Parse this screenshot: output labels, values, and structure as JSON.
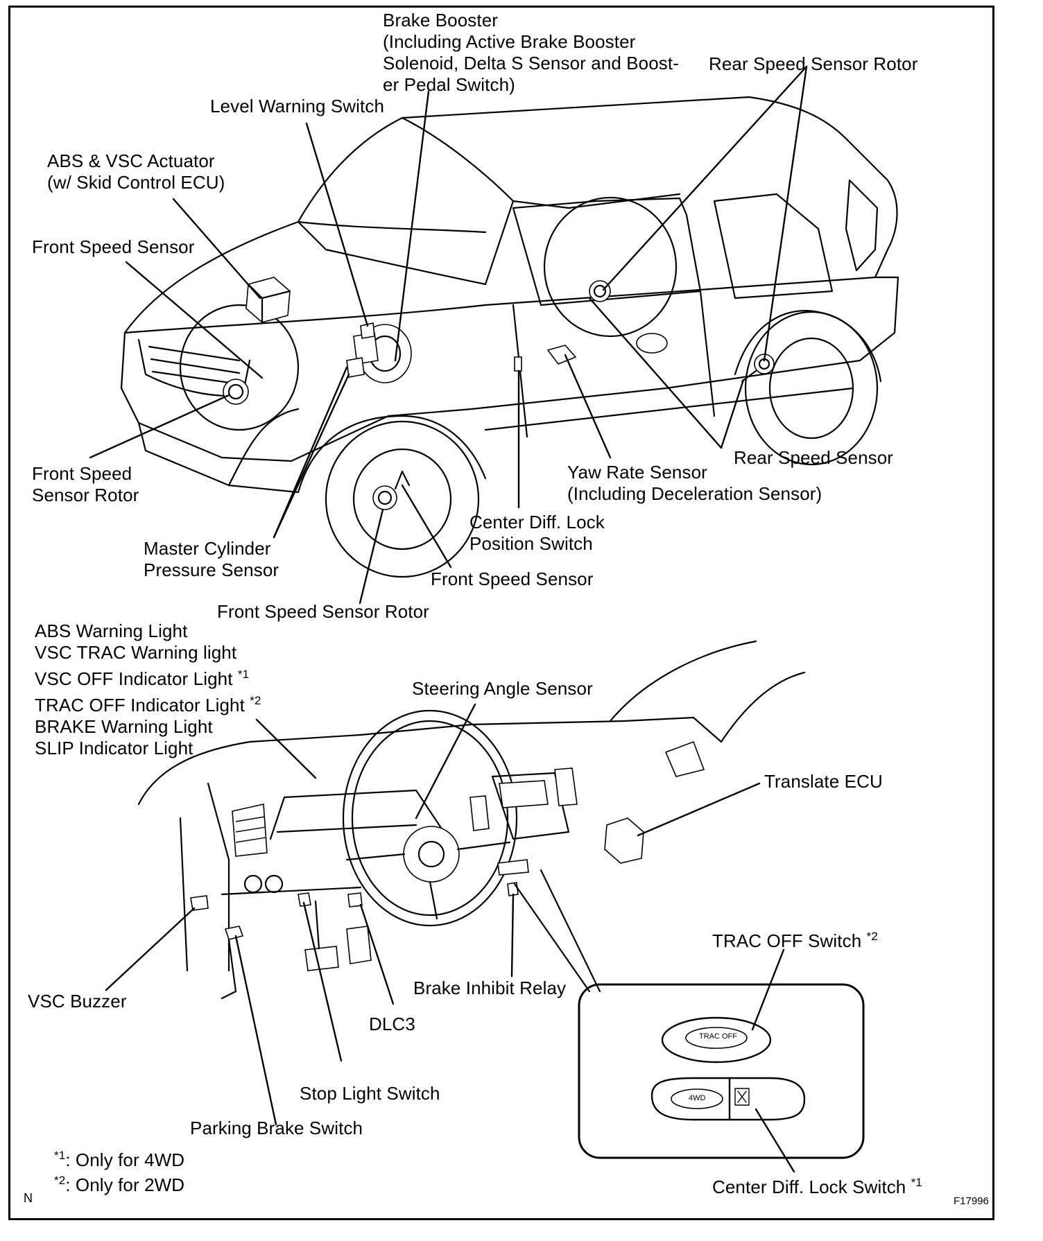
{
  "labels": {
    "brake_booster": [
      "Brake Booster",
      "(Including Active Brake Booster",
      "Solenoid, Delta S Sensor and Boost-",
      "er Pedal Switch)"
    ],
    "rear_speed_sensor_rotor": "Rear Speed Sensor Rotor",
    "level_warning_switch": "Level Warning Switch",
    "abs_vsc_actuator": [
      "ABS & VSC Actuator",
      "(w/ Skid Control ECU)"
    ],
    "front_speed_sensor_top": "Front Speed Sensor",
    "front_speed_sensor_rotor_left": [
      "Front Speed",
      "Sensor Rotor"
    ],
    "rear_speed_sensor": "Rear Speed Sensor",
    "yaw_rate_sensor": [
      "Yaw Rate Sensor",
      "(Including Deceleration Sensor)"
    ],
    "center_diff_lock_position_switch": [
      "Center Diff. Lock",
      "Position Switch"
    ],
    "master_cylinder_pressure_sensor": [
      "Master Cylinder",
      "Pressure Sensor"
    ],
    "front_speed_sensor_bottom": "Front Speed Sensor",
    "front_speed_sensor_rotor_bottom": "Front Speed Sensor Rotor",
    "warning_lights": [
      "ABS Warning Light",
      "VSC TRAC Warning light",
      "VSC OFF Indicator Light",
      "TRAC OFF Indicator Light",
      "BRAKE Warning Light",
      "SLIP Indicator Light"
    ],
    "vsc_off_mark": "*1",
    "trac_off_mark": "*2",
    "steering_angle_sensor": "Steering Angle Sensor",
    "translate_ecu": "Translate ECU",
    "trac_off_switch": "TRAC OFF Switch",
    "trac_off_switch_mark": "*2",
    "brake_inhibit_relay": "Brake Inhibit Relay",
    "vsc_buzzer": "VSC Buzzer",
    "dlc3": "DLC3",
    "stop_light_switch": "Stop Light Switch",
    "parking_brake_switch": "Parking Brake Switch",
    "center_diff_lock_switch": "Center Diff. Lock Switch",
    "center_diff_lock_switch_mark": "*1"
  },
  "footnotes": [
    {
      "mark": "*1",
      "text": ": Only for 4WD"
    },
    {
      "mark": "*2",
      "text": ": Only for 2WD"
    }
  ],
  "switch_text": {
    "trac_off": "TRAC OFF",
    "four_wd": "4WD"
  },
  "corner_left": "N",
  "figure_code": "F17996"
}
